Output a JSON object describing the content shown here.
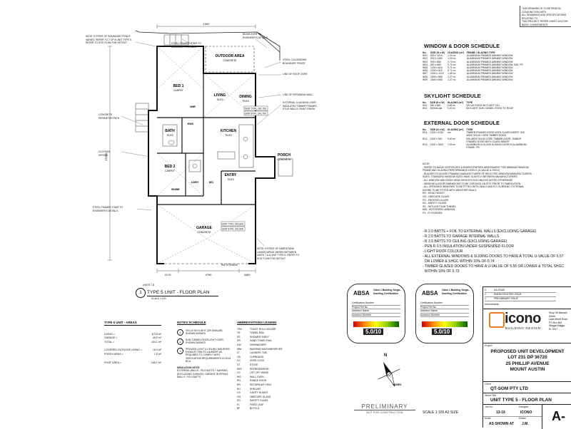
{
  "top_note": [
    "THIS DRAWING IS TO BE READ IN CONJUNCTION WITH",
    "ALL DRAWINGS AND SPECIFICATIONS RELATING TO",
    "THIS PROJECT. REFER SHEET A01 FOR BASIX COMMITMENTS"
  ],
  "plan": {
    "dims": {
      "top": "1900",
      "bottom_left": "2170",
      "bottom_mid": "4790",
      "bottom_right": "3400",
      "left": "15245"
    },
    "rooms": [
      {
        "name": "OUTDOOR AREA",
        "floor": "CONCRETE"
      },
      {
        "name": "BED 1",
        "floor": "CARPET"
      },
      {
        "name": "LIVING",
        "floor": "TILES"
      },
      {
        "name": "DINING",
        "floor": "TILES"
      },
      {
        "name": "KITCHEN",
        "floor": "TILES"
      },
      {
        "name": "BATH",
        "floor": "TILES"
      },
      {
        "name": "BED 2",
        "floor": "CARPET"
      },
      {
        "name": "ENTRY",
        "floor": "TILES"
      },
      {
        "name": "PORCH",
        "floor": "CONCRETE"
      },
      {
        "name": "GARAGE",
        "floor": "CONCRETE"
      }
    ],
    "small_labels": [
      "ENS",
      "WIR",
      "LDRY",
      "WC",
      "ROBE"
    ],
    "ptl": [
      "UNIT 7  FFL  241.700",
      "UNIT 8  FFL  241.700",
      "UNIT 7  FFL  241.625",
      "UNIT 8  FFL  241.525"
    ],
    "callouts": [
      "NOTE: EXTENT OF BOUNDARY FENCE VARIES. REFER TO 7 OF 8 UNIT TYPE 5. REFER TO SITE PLAN FOR SETOUT",
      "STEEL FRAMED STAIR TO ENGINEER'S DETAILS",
      "BEAM OVER TO ENGINEER'S DETAILS",
      "STEEL COLORBOND BOUNDARY FENCE",
      "LINE OF ROOF OVER",
      "LINE OF RETAINING WALL",
      "EXTERNAL CLADDING OVER INSULATED TIMBER FRAMED STUD WALLS, PAINT FINISH",
      "CONCRETE PERIMETER PATH",
      "CLOTHES DRYING",
      "STEEL FRAMED STAIR TO ENGINEER'S DETAILS",
      "NOTE: EXTENT OF HARDSTAND LANDSCAPING VARIES BETWEEN UNITS 7 & 8 UNIT TYPE 5. REFER TO SITE PLAN FOR SETOUT",
      "RW STORAGE"
    ],
    "title": "TYPE 5 UNIT - FLOOR PLAN",
    "units": "UNITS 7-8",
    "scale": "SCALE 1:100",
    "ref": "1"
  },
  "areas": {
    "title": "TYPE 5 UNIT - AREAS",
    "rows": [
      {
        "k": "LIVING =",
        "v": "113.6 m²"
      },
      {
        "k": "GARAGE =",
        "v": "40.5 m²"
      },
      {
        "k": "TOTAL =",
        "v": "154.1 m²"
      },
      {
        "k": "COVERED OUTDOOR LIVING =",
        "v": "18.3 m²"
      },
      {
        "k": "PORCH AREA =",
        "v": "1.6 m²"
      },
      {
        "k": "ROOF AREA =",
        "v": "185.1 m²"
      }
    ]
  },
  "notes": {
    "title": "NOTES SCHEDULE",
    "items": [
      "VELUX SKYLIGHT (OR SIMILAR). SHOWN DASHED",
      "SUN TUNNEL ROOFLIGHT OVER. SHOWN DASHED",
      "PROVIDE LIGHT & CEILING MOUNTED EXHAUST FAN TO LAUNDRY AS REQUIRED TO COMPLY WITH VENTILATION REQUIREMENTS IN 2013 BCA"
    ],
    "insulation_title": "INSULATION NOTE:",
    "insulation": "EXTERNAL WALLS - R2.0 BATTS + SARKING (EXCLUDING GARAGE). GARAGE INTERNAL WALLS - R2.0 BATTS"
  },
  "abbrev": {
    "title": "ABBREVIATIONS LEGEND",
    "items": [
      [
        "TRH",
        "TOILET ROLL HOLDER"
      ],
      [
        "TR",
        "TOWEL RAIL"
      ],
      [
        "SS",
        "SHOWER SHELF"
      ],
      [
        "HR",
        "HAND TOWEL RAIL"
      ],
      [
        "DW",
        "DISHWASHER"
      ],
      [
        "WM",
        "WASHING MACHINE/DRYER"
      ],
      [
        "LT",
        "LAUNDRY TUB"
      ],
      [
        "CB",
        "CUPBOARD"
      ],
      [
        "HC",
        "HOSE COCK"
      ],
      [
        "ST",
        "STOVE"
      ],
      [
        "REF",
        "REFRIGERATOR"
      ],
      [
        "LO",
        "LIFT OFF HINGE"
      ],
      [
        "WO",
        "WALL OVEN"
      ],
      [
        "RH",
        "RANGE HOOD"
      ],
      [
        "RR",
        "RETURN AIR VENT"
      ],
      [
        "SH",
        "SHELVES"
      ],
      [
        "CS",
        "CAVITY SLIDER"
      ],
      [
        "OG",
        "OBSCURE GLASS"
      ],
      [
        "SG",
        "SAFETY GLASS"
      ],
      [
        "FL",
        "FIXED LEAF"
      ],
      [
        "BF",
        "BI-FOLD"
      ]
    ]
  },
  "window_schedule": {
    "title": "WINDOW & DOOR SCHEDULE",
    "head": [
      "No.",
      "SIZE (H x W)",
      "GLAZING (m²)",
      "FRAME / GLAZING TYPE"
    ],
    "rows": [
      [
        "W01",
        "800 x 1210",
        "1.00 m²",
        "ALUMINIUM FRAMED AWNING WINDOW"
      ],
      [
        "W02",
        "900 x 1450",
        "1.00 m²",
        "ALUMINIUM FRAMED AWNING WINDOW"
      ],
      [
        "W03",
        "900 x 850",
        "0.70 m²",
        "ALUMINIUM FRAMED AWNING WINDOW"
      ],
      [
        "W04",
        "600 x 850",
        "0.70 m²",
        "ALUMINIUM FRAMED AWNING WINDOW. SAF. FR"
      ],
      [
        "W05",
        "1200 x 810",
        "0.71 m²",
        "ALUMINIUM FRAMED AWNING WINDOW"
      ],
      [
        "W06",
        "1200 x 810",
        "0.71 m²",
        "ALUMINIUM FRAMED AWNING WINDOW"
      ],
      [
        "W07",
        "1200 x 1210",
        "1.45 m²",
        "ALUMINIUM FRAMED AWNING WINDOW"
      ],
      [
        "W08",
        "1500 x 850",
        "1.27 m²",
        "ALUMINIUM FRAMED AWNING WINDOW"
      ],
      [
        "W09",
        "1500 x 850",
        "1.27 m²",
        "ALUMINIUM FRAMED AWNING WINDOW"
      ]
    ]
  },
  "skylight_schedule": {
    "title": "SKYLIGHT SCHEDULE",
    "head": [
      "No.",
      "SIZE (H x W)",
      "GLAZING (m²)",
      "TYPE"
    ],
    "rows": [
      [
        "SS1",
        "780 x 550",
        "0.38 m²",
        "VELUX FIXED SKYLIGHT C01"
      ],
      [
        "SS2",
        "300mm dia",
        "0.10 m²",
        "SKYLIGHT SUN TUNNEL FIXED TO ROOF"
      ]
    ]
  },
  "ext_door_schedule": {
    "title": "EXTERNAL DOOR SCHEDULE",
    "head": [
      "No.",
      "SIZE (H x W)",
      "GLAZING (m²)",
      "TYPE"
    ],
    "rows": [
      [
        "ED1",
        "2100 x 1020",
        "n/a",
        "TIMBER FRAMED DOOR WITH GLASS INSERT. 920 WIDE SOLID CORE TIMBER DOOR"
      ],
      [
        "ED2",
        "2100 x 920",
        "0.00 m²",
        "920 WIDE SOLID CORE TIMBER DOOR. TIMBER FRAMED DOOR WITH GLASS INSERT"
      ],
      [
        "ED3",
        "2100 x 3610",
        "7.03 m²",
        "ALUMINIUM & GLASS SLIDING DOOR IN ALUMINIUM FRAME. FR"
      ]
    ]
  },
  "sched_notes": [
    "NOTE:",
    "- REFER TO BASIX CERTIFICATE & ENERGYRATERS ASSESSMENT FOR MINIMUM WINDOW",
    "FRAME AND GLAZING PERFORMANCE LEVELS (U-VALUE & SHGC)",
    "- BUILDER TO ADVISE FRAMING MANUFACTURER OF SELECTED WINDOW MANUFACTURERS",
    "SIZES. STANDARD WINDOW SIZES HAVE SLIGHTLY BETWEEN MANUFACTURERS",
    "- ALL WINDOW AND DOOR HEAD HEIGHTS 2100 UNLESS NOTED OTHERWISE",
    "- WINDOW & DOOR DIMENSIONS TO BE CHECKED ON SITE PRIOR TO FABRICATION",
    "- ALL OPERABLE WINDOWS TO BE FITTED WITH SEALS AND FLY SCREENS. EXTERNAL",
    "DOORS TO BE FITTED WITH WEATHER SEALS.",
    "RH - HEAD HEIGHT",
    "OG - OBSCURE GLASS",
    "FG - FROSTED GLASS",
    "SG - SAFETY GLASS",
    "SS - SKYLIGHT SUN TUNNEL",
    "MW - MOTORISED WINDOW",
    "FS - FLYSCREEN"
  ],
  "energy": [
    "- R 2.0 BATTS + FOIL TO EXTERNAL WALLS (EXCLUDING GARAGE)",
    "- R 2.0 BATTS TO GARAGE INTERNAL WALLS",
    "- R 3.5 BATTS TO CEILING (EXCLUDING GARAGE)",
    "- PEN R 0.5 INSULATION UNDER SUSPENDED FLOOR",
    "- LIGHT ROOF COLOUR",
    "- ALL EXTERNAL WINDOWS & SLIDING DOORS TO HAVE A TOTAL U-VALUE OF 6.57",
    "  OR LOWER & SHGC WITHIN 10% OF 0.74",
    "- TIMBER GLAZED DOORS TO HAVE A U-VALUE OF 5.55 OR LOWER & TOTAL SHGC",
    "  WITHIN 10% OF 0.73"
  ],
  "absa": [
    {
      "brand": "ABSA",
      "title": "Class 1 Building Single-Dwelling Certification",
      "rating": "5.0/10",
      "rows": [
        "Certification Number",
        "Project Ref No.",
        "Assessor Name",
        "Assessor Number"
      ]
    },
    {
      "brand": "ABSA",
      "title": "Class 1 Building Single-Dwelling Certification",
      "rating": "5.0/10",
      "rows": [
        "Certification Number",
        "Project Ref No.",
        "Assessor Name",
        "Assessor Number"
      ]
    }
  ],
  "north": {
    "label": "N",
    "varies": "VARIES"
  },
  "preliminary": "PRELIMINARY",
  "not_for_construction": "NOT FOR CONSTRUCTION",
  "bottom_scale": "SCALE 1:100  A2 SIZE",
  "title_block": {
    "revisions": [
      {
        "rev": "3",
        "desc": "DA ISSUE"
      },
      {
        "rev": "2",
        "desc": "ENERGYRATERS ISSUE"
      },
      {
        "rev": "1",
        "desc": "PRELIMINARY ISSUE"
      }
    ],
    "amendments_label": "Amendments",
    "logo": "icono",
    "logo_sub": "BUILDING DESIGN",
    "office": [
      "Shop 36 Mawson Street",
      "Lake Albert Road",
      "PO Box 863",
      "Wagga Wagga",
      "M: 0417 ..."
    ],
    "project_label": "Project",
    "project": [
      "PROPOSED UNIT DEVELOPMENT",
      "LOT 231 DP 36720",
      "25 PHILLIP AVENUE",
      "MOUNT AUSTIN"
    ],
    "client_label": "Client",
    "client": "QT-SOM PTY LTD",
    "sheet_label": "Sheet Title",
    "sheet": "UNIT TYPE 5 - FLOOR PLAN",
    "job_label": "Job No.",
    "job": "13-19",
    "designer_label": "Designer",
    "designer": "ICONO",
    "scale_label": "Scale",
    "scale": "AS SHOWN AT",
    "drawn_label": "Drawn",
    "drawn": "J.M.",
    "sheet_no": "A-"
  }
}
